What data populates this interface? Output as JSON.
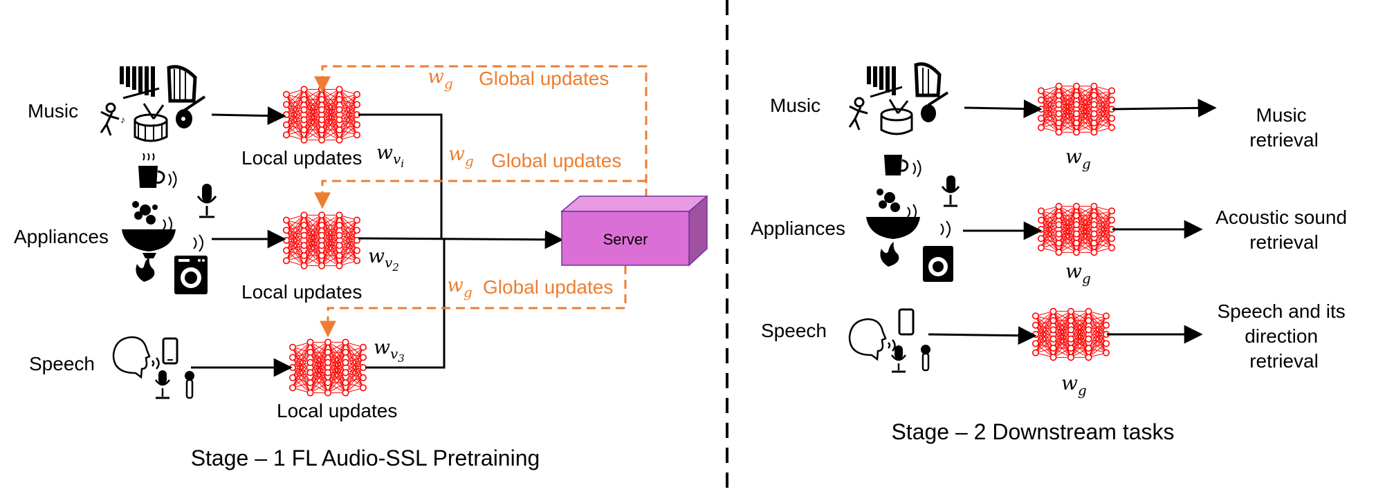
{
  "stage1": {
    "title": "Stage – 1 FL Audio-SSL Pretraining",
    "inputs": {
      "music": "Music",
      "appliances": "Appliances",
      "speech": "Speech"
    },
    "local_updates": "Local updates",
    "global_updates": "Global updates",
    "server": "Server",
    "weights": {
      "global": {
        "base": "w",
        "sub": "g"
      },
      "v1": {
        "base": "w",
        "sub": "v",
        "subsub": "i"
      },
      "v2": {
        "base": "w",
        "sub": "v",
        "subsub": "2"
      },
      "v3": {
        "base": "w",
        "sub": "v",
        "subsub": "3"
      }
    }
  },
  "stage2": {
    "title": "Stage – 2 Downstream tasks",
    "inputs": {
      "music": "Music",
      "appliances": "Appliances",
      "speech": "Speech"
    },
    "outputs": {
      "music": [
        "Music",
        "retrieval"
      ],
      "appliances": [
        "Acoustic sound",
        "retrieval"
      ],
      "speech": [
        "Speech and its",
        "direction",
        "retrieval"
      ]
    },
    "weight": {
      "base": "w",
      "sub": "g"
    }
  },
  "colors": {
    "accent": "#ED7D31",
    "network": "#FF0000",
    "server_front": "#DA70D6",
    "server_top": "#E89AE2",
    "server_side": "#A052A0"
  }
}
